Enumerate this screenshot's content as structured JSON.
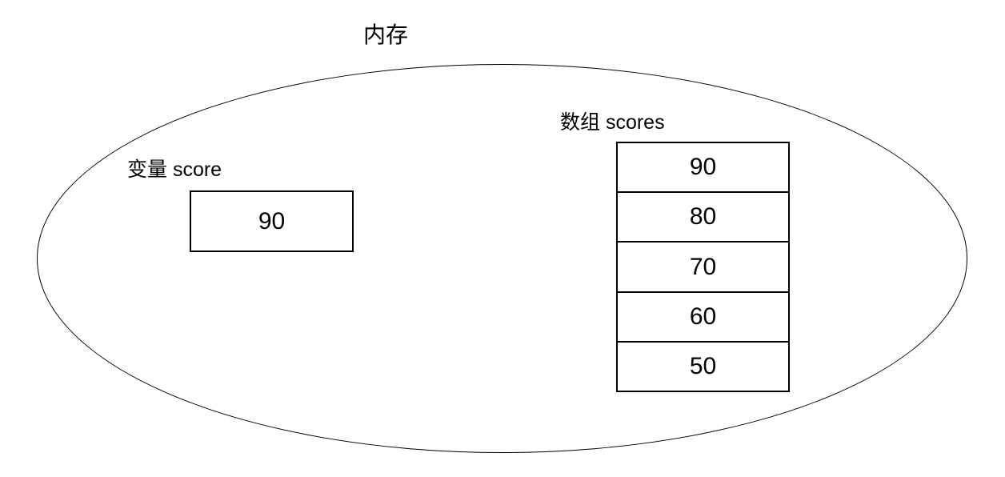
{
  "diagram": {
    "title": "内存"
  },
  "variable": {
    "label": "变量 score",
    "value": "90"
  },
  "array": {
    "label": "数组 scores",
    "cells": [
      "90",
      "80",
      "70",
      "60",
      "50"
    ]
  },
  "colors": {
    "background": "#ffffff",
    "line": "#000000",
    "text": "#000000"
  }
}
